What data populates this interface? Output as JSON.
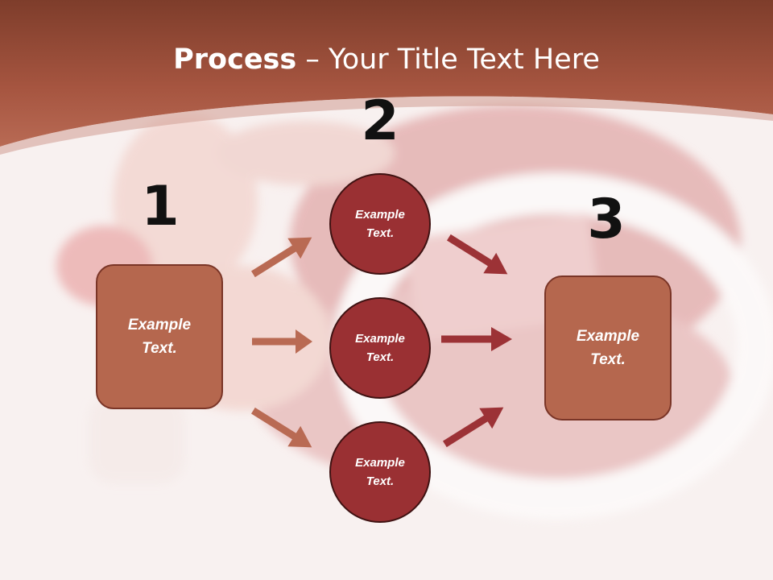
{
  "title": {
    "bold": "Process",
    "rest": " – Your Title Text Here"
  },
  "numbers": [
    "1",
    "2",
    "3"
  ],
  "start_box": {
    "label": "Example Text."
  },
  "circles": [
    {
      "label": "Example Text."
    },
    {
      "label": "Example Text."
    },
    {
      "label": "Example Text."
    }
  ],
  "end_box": {
    "label": "Example Text."
  },
  "colors": {
    "header": "#a65540",
    "box": "#b5674e",
    "circle": "#9a3033",
    "arrow_left": "#b96a53",
    "arrow_right": "#9c3236"
  }
}
